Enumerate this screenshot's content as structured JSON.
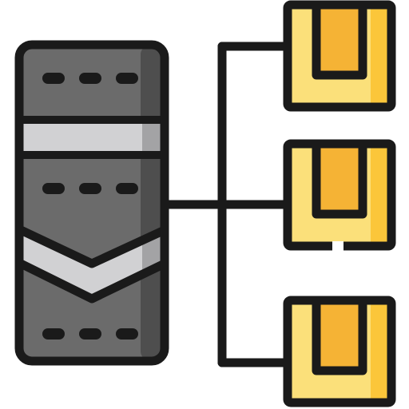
{
  "icon": {
    "name": "server-distribution-icon",
    "colors": {
      "outline": "#1a1a1a",
      "server_body": "#6b6b6b",
      "server_shadow": "#4e4e4e",
      "band_light": "#d1d1d3",
      "band_shade": "#a3a3a5",
      "box_fill": "#fbe07a",
      "box_shade": "#fbc63a",
      "box_slot": "#f5b335",
      "box_highlight": "#ffffff"
    },
    "boxes": [
      {
        "name": "package-box-top"
      },
      {
        "name": "package-box-middle"
      },
      {
        "name": "package-box-bottom"
      }
    ]
  }
}
